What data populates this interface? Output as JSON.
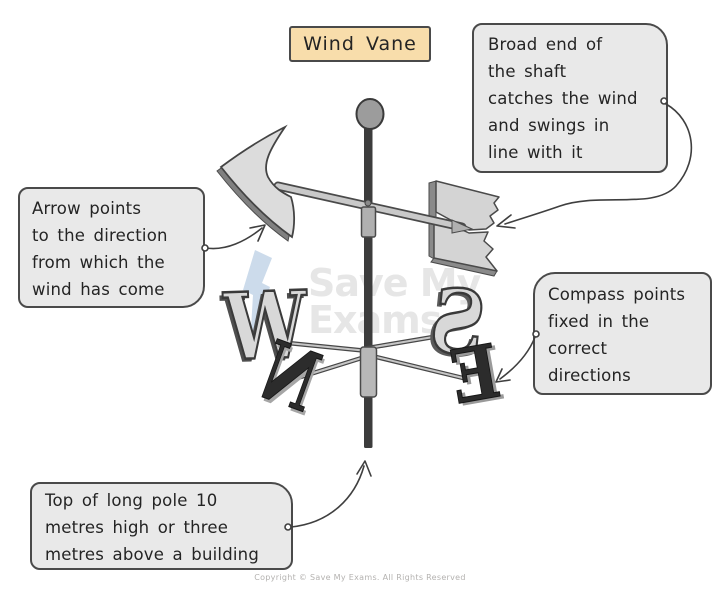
{
  "title": {
    "label": "Wind Vane"
  },
  "watermark": {
    "line1": "Save My",
    "line2": "Exams"
  },
  "callouts": {
    "broad_end": {
      "lines": [
        "Broad end of",
        "the shaft",
        "catches the wind",
        "and swings in",
        "line with it"
      ]
    },
    "arrow_points": {
      "lines": [
        "Arrow points",
        "to the direction",
        "from which the",
        "wind has come"
      ]
    },
    "compass_points": {
      "lines": [
        "Compass points",
        "fixed in the",
        "correct",
        "directions"
      ]
    },
    "pole_height": {
      "lines": [
        "Top of long pole 10",
        "metres high or three",
        "metres above a building"
      ]
    }
  },
  "diagram": {
    "compass_letters": {
      "west": "W",
      "north": "N",
      "south": "S",
      "east": "E"
    }
  },
  "footer": {
    "copyright": "Copyright © Save My Exams. All Rights Reserved"
  },
  "colors": {
    "title_bg": "#f8ddab",
    "callout_bg": "#e9e9e9",
    "outline": "#4a4a4a",
    "metal_light": "#d8d8d8",
    "metal_dark": "#2c2c2c",
    "pole": "#3c3c3c",
    "watermark_gray": "#e6e6e6",
    "watermark_blue": "#ccdbeb"
  }
}
